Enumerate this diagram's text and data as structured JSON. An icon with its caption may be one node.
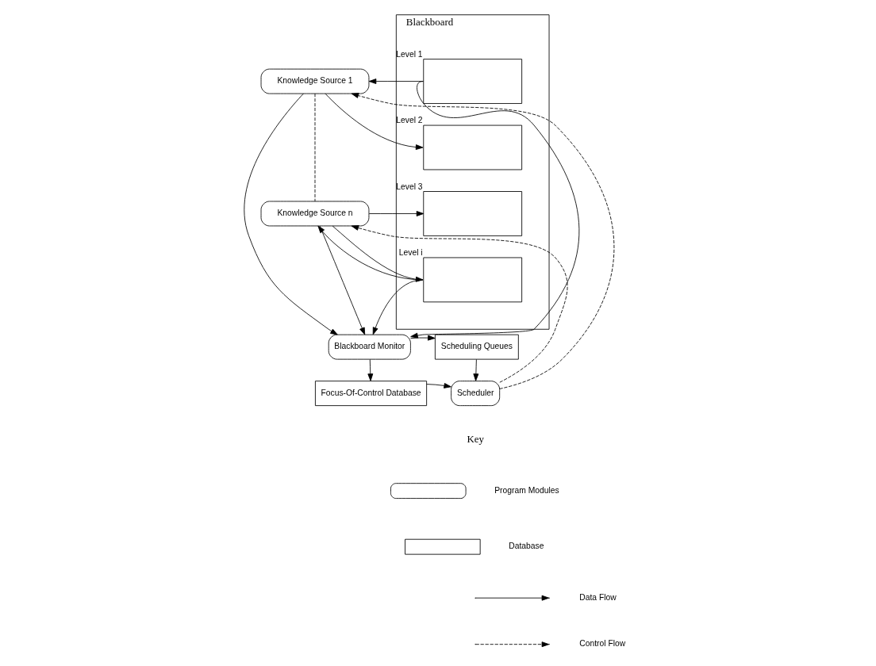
{
  "diagram": {
    "nodes": [
      {
        "text": [
          "Blackboard"
        ]
      },
      {
        "text": [],
        "shape": "box",
        "beside": [
          "Level 1"
        ],
        "in": 0
      },
      {
        "text": [],
        "shape": "box",
        "beside": [
          "Level 2"
        ],
        "in": 0
      },
      {
        "text": [],
        "shape": "box",
        "beside": [
          "Level 3"
        ],
        "in": 0
      },
      {
        "text": [],
        "shape": "box",
        "beside": [
          "Level i"
        ],
        "in": 0
      },
      {
        "text": [
          "Knowledge Source 1"
        ]
      },
      {
        "text": [
          "Knowledge Source n"
        ]
      },
      {
        "text": [
          "Blackboard Monitor"
        ]
      },
      {
        "text": [
          "Scheduling Queues"
        ]
      },
      {
        "text": [
          "Focus-Of-Control Database"
        ]
      },
      {
        "text": [
          "Scheduler"
        ]
      }
    ],
    "edges": [
      {
        "from": 1,
        "to": 5,
        "arrow": "to"
      },
      {
        "from": 5,
        "to": 2,
        "arrow": "to"
      },
      {
        "from": 6,
        "to": 3,
        "arrow": "to"
      },
      {
        "from": 6,
        "to": 4,
        "arrow": "to"
      },
      {
        "from": 4,
        "to": 6,
        "arrow": "to"
      },
      {
        "from": 5,
        "to": 6,
        "arrow": "none",
        "style": "dashed"
      },
      {
        "from": 1,
        "to": 7,
        "arrow": "to"
      },
      {
        "from": 5,
        "to": 7,
        "arrow": "to"
      },
      {
        "from": 6,
        "to": 7,
        "arrow": "to"
      },
      {
        "from": 4,
        "to": 7,
        "arrow": "to"
      },
      {
        "from": 7,
        "to": 8,
        "arrow": "to"
      },
      {
        "from": 7,
        "to": 9,
        "arrow": "to"
      },
      {
        "from": 8,
        "to": 10,
        "arrow": "to"
      },
      {
        "from": 9,
        "to": 10,
        "arrow": "to"
      },
      {
        "from": 10,
        "to": 5,
        "arrow": "to",
        "style": "dashed"
      },
      {
        "from": 10,
        "to": 6,
        "arrow": "to",
        "style": "dashed"
      }
    ],
    "labels": [
      "Key"
    ],
    "legend": [
      {
        "text": "Program Modules"
      },
      {
        "text": "Database"
      },
      {
        "text": "Data Flow"
      },
      {
        "text": "Control Flow"
      }
    ]
  }
}
